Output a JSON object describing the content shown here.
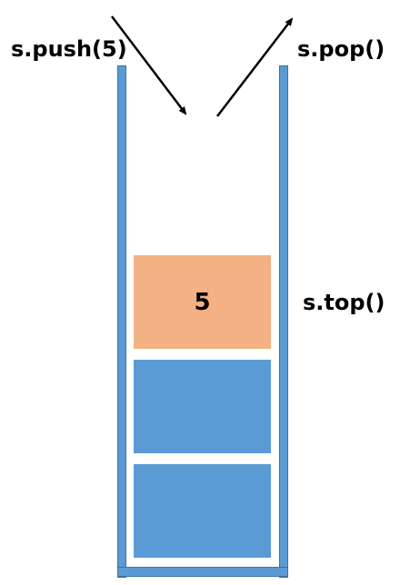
{
  "labels": {
    "push": "s.push(5)",
    "pop": "s.pop()",
    "top": "s.top()"
  },
  "stack": {
    "elements": [
      {
        "value": "5",
        "role": "top"
      },
      {
        "value": "",
        "role": "element"
      },
      {
        "value": "",
        "role": "element"
      }
    ]
  },
  "colors": {
    "container": "#5b9bd5",
    "container_edge": "#41719c",
    "top_element": "#f4b183",
    "element": "#5b9bd5",
    "arrow": "#000000"
  }
}
